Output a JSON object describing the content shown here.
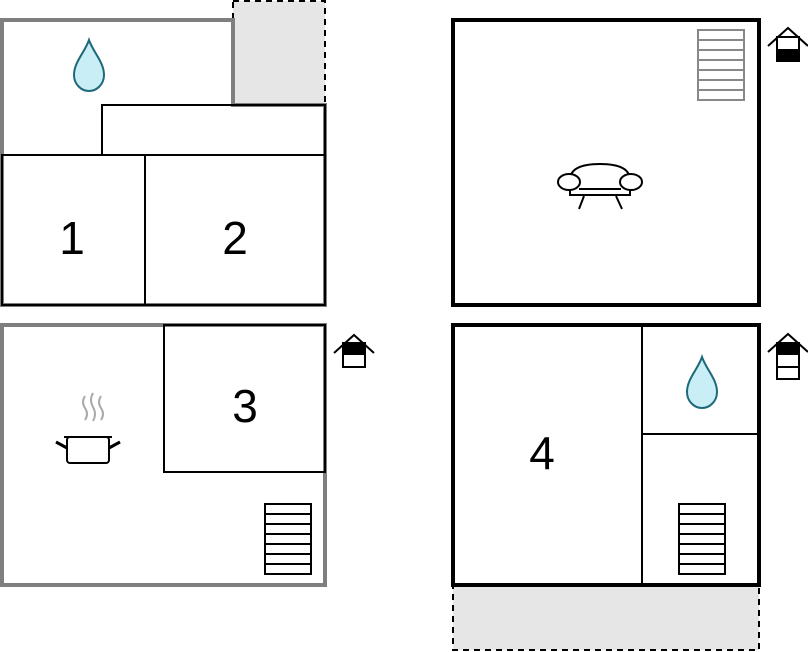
{
  "rooms": [
    {
      "id": "1",
      "label": "1"
    },
    {
      "id": "2",
      "label": "2"
    },
    {
      "id": "3",
      "label": "3"
    },
    {
      "id": "4",
      "label": "4"
    }
  ],
  "icons": {
    "water_drop": "water-drop-icon",
    "sofa": "sofa-icon",
    "cooking_pot": "cooking-pot-icon",
    "stairs": "stairs-icon",
    "floor_indicator": "house-floor-icon"
  },
  "colors": {
    "wall_dark": "#000000",
    "wall_gray": "#7f7f7f",
    "terrace_fill": "#e6e6e6",
    "water_fill": "#c9eef6",
    "water_stroke": "#1e6a7a",
    "floor_marker": "#000000"
  }
}
